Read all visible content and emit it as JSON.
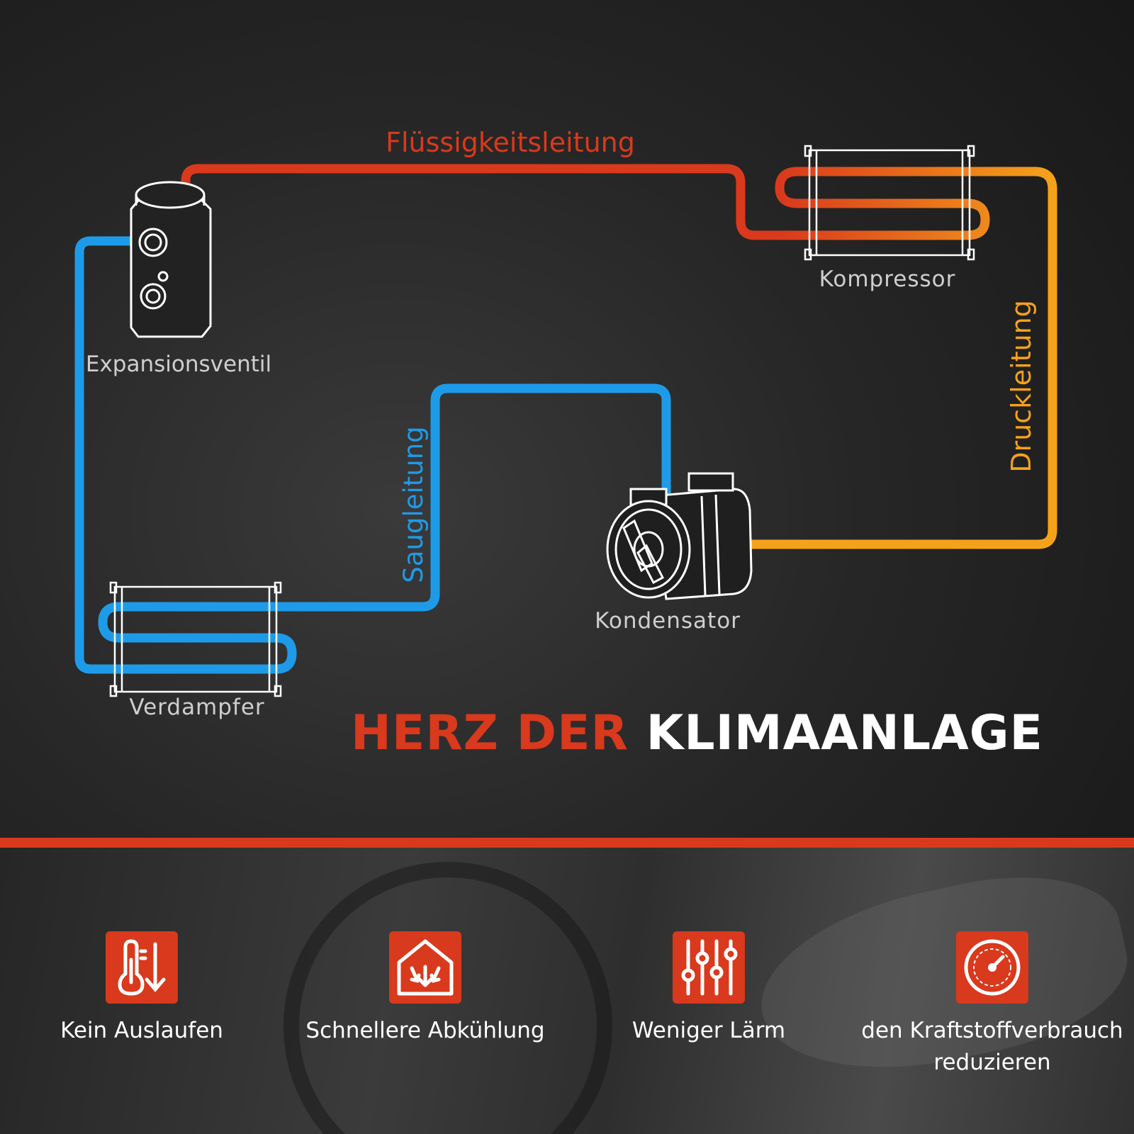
{
  "diagram": {
    "components": {
      "expansion_valve": "Expansionsventil",
      "compressor_top": "Kompressor",
      "condenser": "Kondensator",
      "evaporator": "Verdampfer"
    },
    "lines": {
      "liquid_line": "Flüssigkeitsleitung",
      "pressure_line": "Druckleitung",
      "suction_line": "Saugleitung"
    },
    "colors": {
      "liquid_line": "#d9391c",
      "pressure_line": "#f5a21b",
      "suction_line": "#1e9be8"
    }
  },
  "headline": {
    "part1": "HERZ DER",
    "part2": "KLIMAANLAGE"
  },
  "features": [
    {
      "label": "Kein Auslaufen",
      "icon": "thermometer-down-icon"
    },
    {
      "label": "Schnellere Abkühlung",
      "icon": "house-cooling-icon"
    },
    {
      "label": "Weniger Lärm",
      "icon": "equalizer-sliders-icon"
    },
    {
      "label": "den Kraftstoffverbrauch reduzieren",
      "icon": "gauge-icon"
    }
  ],
  "accent_color": "#d9391c"
}
